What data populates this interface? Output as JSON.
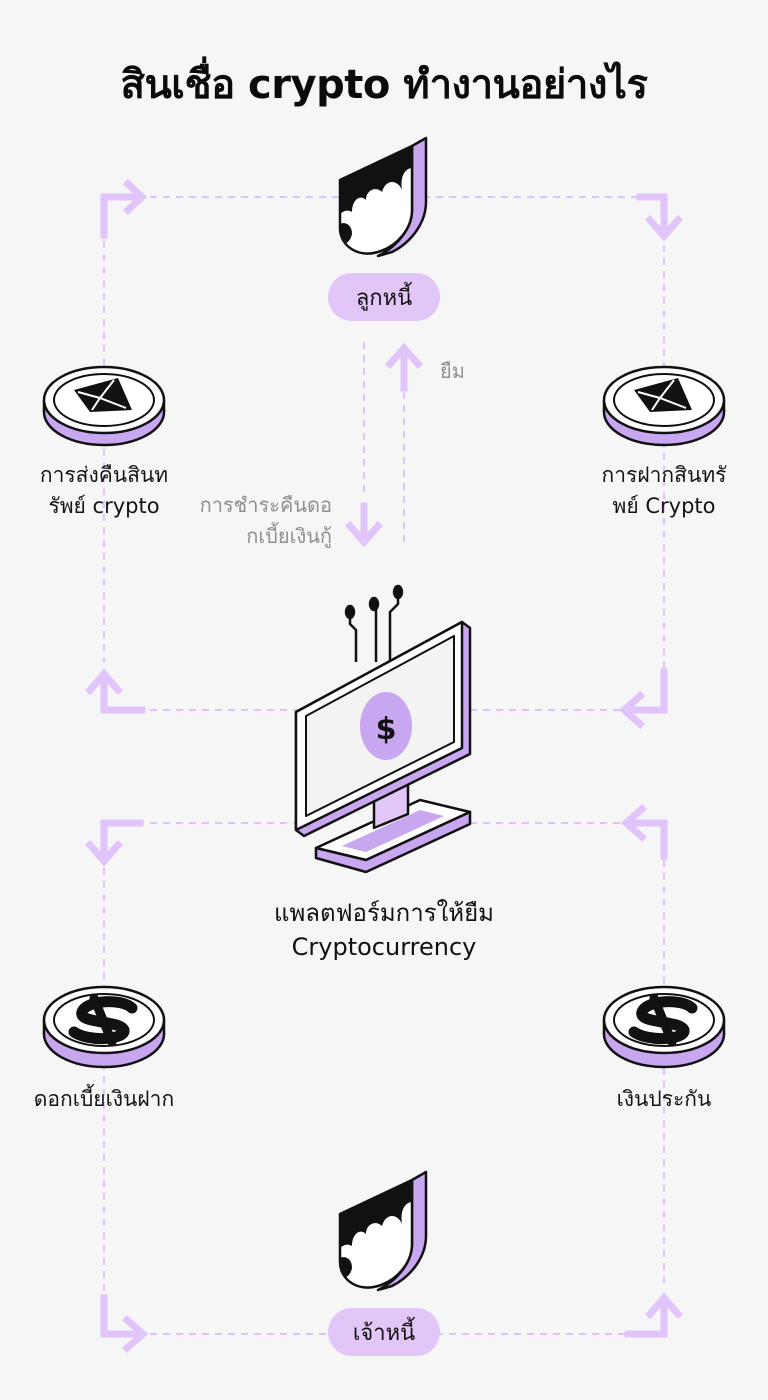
{
  "title": "สินเชื่อ crypto ทำงานอย่างไร",
  "borrower": {
    "label": "ลูกหนี้",
    "icon": "shield-avatar-icon"
  },
  "lender": {
    "label": "เจ้าหนี้",
    "icon": "shield-avatar-icon"
  },
  "platform": {
    "line1": "แพลตฟอร์มการให้ยืม",
    "line2": "Cryptocurrency",
    "icon": "computer-monitor-dollar-icon"
  },
  "flows": {
    "borrow": "ยืม",
    "repay_line1": "การชำระคืนดอ",
    "repay_line2": "กเบี้ยเงินกู้"
  },
  "nodes": {
    "crypto_return": {
      "line1": "การส่งคืนสินท",
      "line2": "รัพย์ crypto",
      "icon": "ethereum-coin-icon"
    },
    "crypto_deposit": {
      "line1": "การฝากสินทรั",
      "line2": "พย์ Crypto",
      "icon": "ethereum-coin-icon"
    },
    "deposit_interest": {
      "line1": "ดอกเบี้ยเงินฝาก",
      "icon": "dollar-coin-icon"
    },
    "collateral": {
      "line1": "เงินประกัน",
      "icon": "dollar-coin-icon"
    }
  },
  "colors": {
    "background": "#f6f6f6",
    "accent": "#c9a6f0",
    "pill": "#e2c6f7",
    "arrow": "#e0c4fa",
    "dashed": "#ddc3f8",
    "ink": "#111111",
    "muted": "#8f8f8f"
  }
}
